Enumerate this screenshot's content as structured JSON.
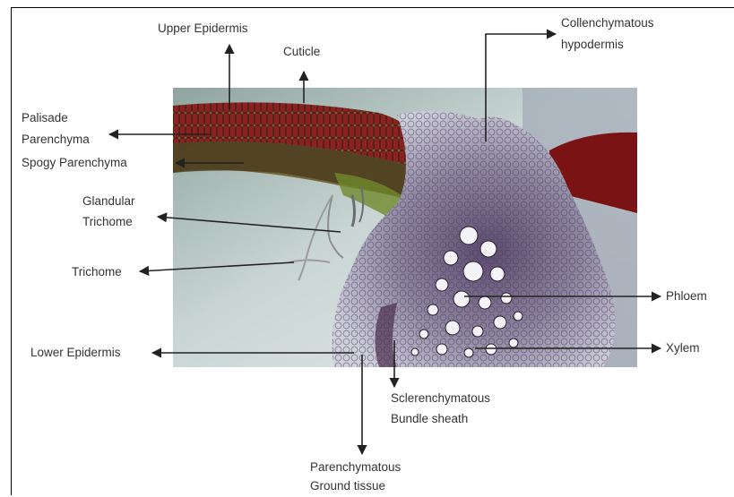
{
  "labels": {
    "upper_epidermis": "Upper Epidermis",
    "cuticle": "Cuticle",
    "collenchymatous_line1": "Collenchymatous",
    "collenchymatous_line2": "hypodermis",
    "palisade_line1": "Palisade",
    "palisade_line2": "Parenchyma",
    "spongy": "Spogy Parenchyma",
    "glandular_line1": "Glandular",
    "glandular_line2": "Trichome",
    "trichome": "Trichome",
    "phloem": "Phloem",
    "lower_epidermis": "Lower Epidermis",
    "xylem": "Xylem",
    "sclerenchymatous_line1": "Sclerenchymatous",
    "sclerenchymatous_line2": "Bundle sheath",
    "parenchymatous_line1": "Parenchymatous",
    "parenchymatous_line2": "Ground tissue"
  },
  "colors": {
    "palisade": "#7a1f1f",
    "spongy": "#4a3a1c",
    "background_glass": "#b9c8c4",
    "tissue_light": "#dcdce4",
    "tissue_dark": "#3a2e46",
    "arrow": "#333333"
  }
}
